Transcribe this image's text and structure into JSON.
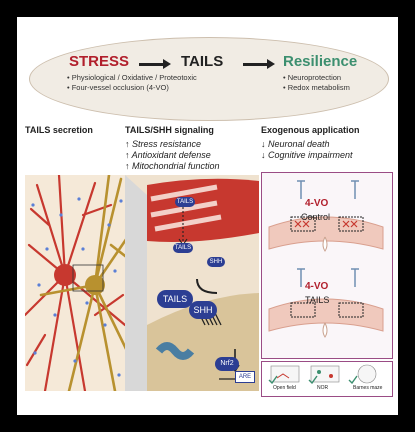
{
  "flow": {
    "stress": "STRESS",
    "tails": "TAILS",
    "resilience": "Resilience",
    "stress_items": [
      "• Physiological / Oxidative / Proteotoxic",
      "• Four-vessel occlusion (4-VO)"
    ],
    "resilience_items": [
      "• Neuroprotection",
      "• Redox metabolism"
    ]
  },
  "panels": {
    "secretion_title": "TAILS secretion",
    "signaling_title": "TAILS/SHH signaling",
    "signaling_items": [
      "↑  Stress resistance",
      "↑  Antioxidant defense",
      "↑  Mitochondrial function"
    ],
    "exogenous_title": "Exogenous application",
    "exogenous_items": [
      "↓  Neuronal death",
      "↓  Cognitive impairment"
    ]
  },
  "signaling_labels": {
    "tails_top": "TAILS",
    "tails_mid": "TAILS",
    "shh_small": "SHH",
    "tails_big": "TAILS",
    "shh_big": "SHH",
    "nrf2": "Nrf2",
    "are": "ARE"
  },
  "exogenous_labels": {
    "vo_a": "4-VO",
    "control": "Control",
    "vo_b": "4-VO",
    "tails": "TAILS",
    "tests": [
      "Open field",
      "NOR",
      "Barnes maze"
    ]
  },
  "colors": {
    "red": "#b11f2c",
    "green": "#3c8f6f",
    "navy": "#2c3e93",
    "border": "#9a4c85"
  }
}
